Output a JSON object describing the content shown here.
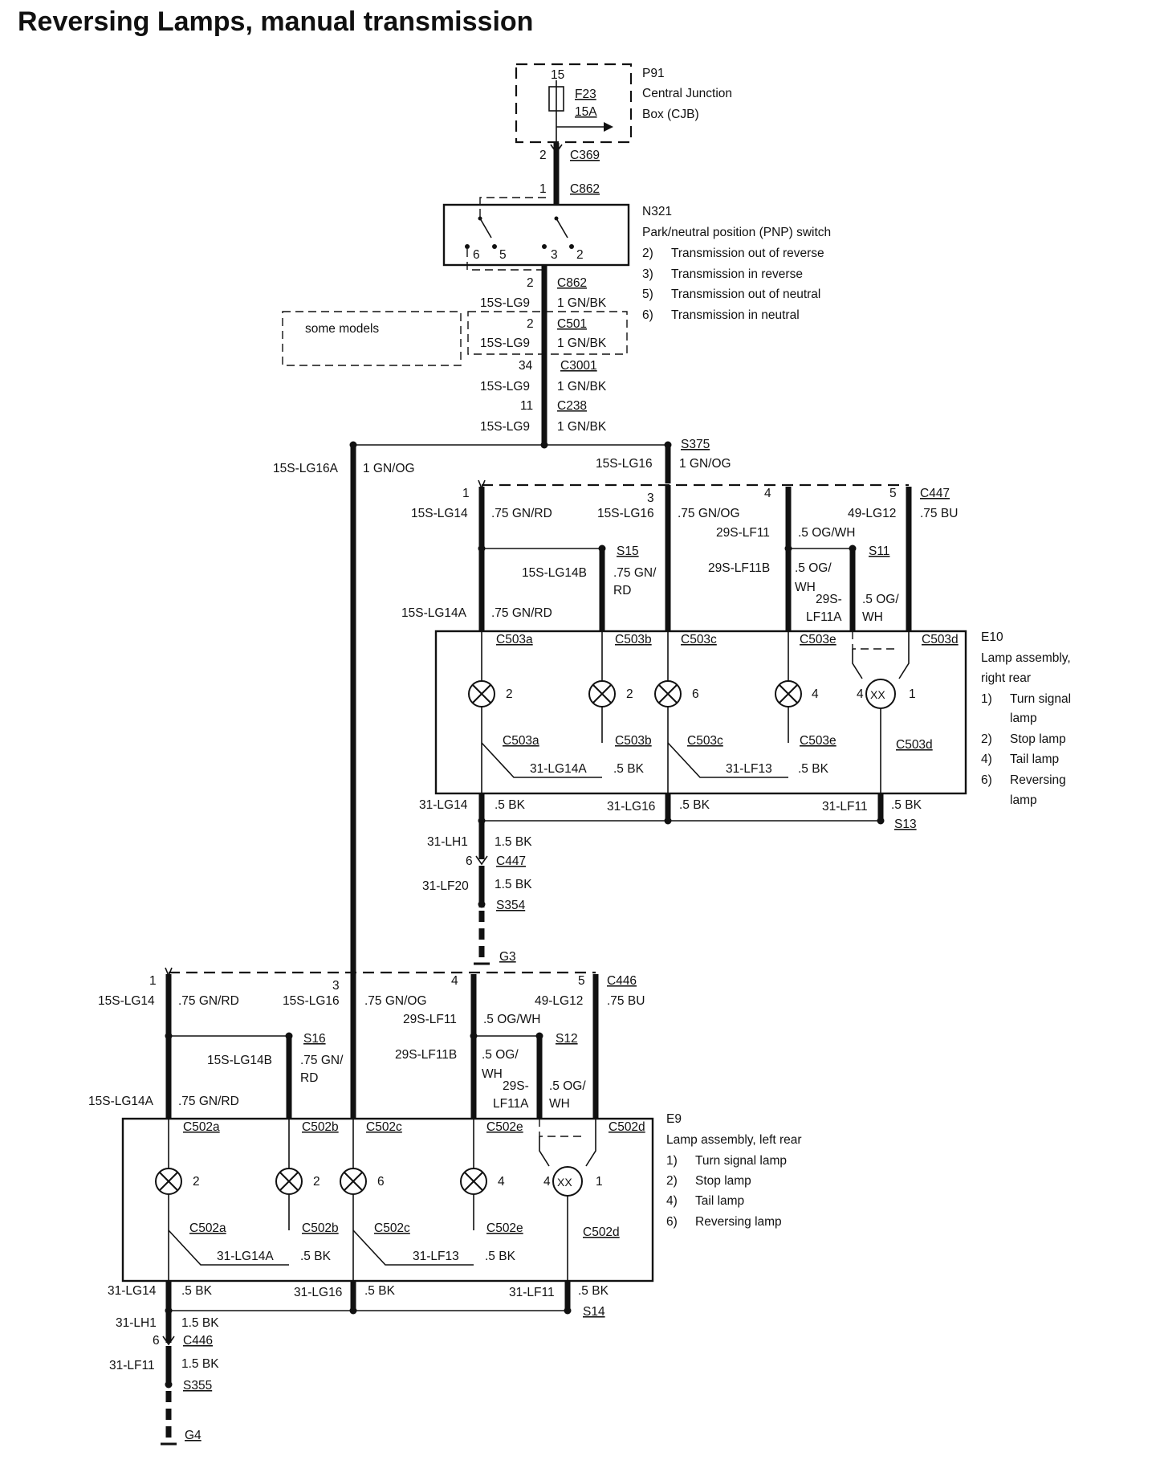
{
  "title": "Reversing Lamps, manual transmission",
  "p91": {
    "id": "P91",
    "name1": "Central Junction",
    "name2": "Box (CJB)",
    "pin": "15",
    "fuse": "F23",
    "rating": "15A"
  },
  "c369": {
    "pin": "2",
    "id": "C369"
  },
  "c862a": {
    "pin": "1",
    "id": "C862"
  },
  "n321": {
    "id": "N321",
    "name": "Park/neutral position (PNP) switch",
    "pins": [
      "6",
      "5",
      "3",
      "2"
    ],
    "legend": [
      {
        "n": "2)",
        "t": "Transmission out of reverse"
      },
      {
        "n": "3)",
        "t": "Transmission in reverse"
      },
      {
        "n": "5)",
        "t": "Transmission out of neutral"
      },
      {
        "n": "6)",
        "t": "Transmission in neutral"
      }
    ]
  },
  "c862b": {
    "pin": "2",
    "id": "C862",
    "left": "15S-LG9",
    "right": "1 GN/BK"
  },
  "some_models": "some models",
  "c501": {
    "pin": "2",
    "id": "C501",
    "left": "15S-LG9",
    "right": "1 GN/BK"
  },
  "c3001": {
    "pin": "34",
    "id": "C3001",
    "left": "15S-LG9",
    "right": "1 GN/BK"
  },
  "c238": {
    "pin": "11",
    "id": "C238",
    "left": "15S-LG9",
    "right": "1 GN/BK"
  },
  "s375": "S375",
  "left_branch": {
    "circuit": "15S-LG16A",
    "wire": "1 GN/OG"
  },
  "right_branch": {
    "circuit": "15S-LG16",
    "wire": "1 GN/OG"
  },
  "e10": {
    "id": "E10",
    "name1": "Lamp assembly,",
    "name2": "right rear",
    "legend": [
      {
        "n": "1)",
        "t": "Turn signal",
        "t2": "lamp"
      },
      {
        "n": "2)",
        "t": "Stop lamp"
      },
      {
        "n": "4)",
        "t": "Tail lamp"
      },
      {
        "n": "6)",
        "t": "Reversing",
        "t2": "lamp"
      }
    ],
    "c447_pins": [
      "1",
      "3",
      "4",
      "5"
    ],
    "c447": "C447",
    "w1": "15S-LG14",
    "w1c": ".75 GN/RD",
    "w3": "15S-LG16",
    "w3c": ".75 GN/OG",
    "w4": "29S-LF11",
    "w4c": ".5 OG/WH",
    "w5": "49-LG12",
    "w5c": ".75 BU",
    "s15": "S15",
    "lg14b": "15S-LG14B",
    "lg14bc1": ".75 GN/",
    "lg14bc2": "RD",
    "lg14a": "15S-LG14A",
    "lg14ac": ".75 GN/RD",
    "lf11b": "29S-LF11B",
    "lf11bc1": ".5 OG/",
    "lf11bc2": "WH",
    "s11": "S11",
    "lf11a1": "29S-",
    "lf11a2": "LF11A",
    "lf11ac1": ".5 OG/",
    "lf11ac2": "WH",
    "conn": [
      "C503a",
      "C503b",
      "C503c",
      "C503e",
      "C503d"
    ],
    "lamp_nums": [
      "2",
      "2",
      "6",
      "4",
      "4",
      "1"
    ],
    "g1": "31-LG14A",
    "g1c": ".5 BK",
    "g2": "31-LF13",
    "g2c": ".5 BK",
    "out1": "31-LG14",
    "out1c": ".5 BK",
    "out2": "31-LG16",
    "out2c": ".5 BK",
    "out3": "31-LF11",
    "out3c": ".5 BK",
    "s13": "S13",
    "lh1": "31-LH1",
    "lh1c": "1.5 BK",
    "c447b_pin": "6",
    "c447b": "C447",
    "lf20": "31-LF20",
    "lf20c": "1.5 BK",
    "s354": "S354",
    "g3": "G3"
  },
  "e9": {
    "id": "E9",
    "name": "Lamp assembly, left rear",
    "legend": [
      {
        "n": "1)",
        "t": "Turn signal lamp"
      },
      {
        "n": "2)",
        "t": "Stop lamp"
      },
      {
        "n": "4)",
        "t": "Tail lamp"
      },
      {
        "n": "6)",
        "t": "Reversing lamp"
      }
    ],
    "c446_pins": [
      "1",
      "3",
      "4",
      "5"
    ],
    "c446": "C446",
    "w1": "15S-LG14",
    "w1c": ".75 GN/RD",
    "w3": "15S-LG16",
    "w3c": ".75 GN/OG",
    "w4": "29S-LF11",
    "w4c": ".5 OG/WH",
    "w5": "49-LG12",
    "w5c": ".75 BU",
    "s16": "S16",
    "lg14b": "15S-LG14B",
    "lg14bc1": ".75 GN/",
    "lg14bc2": "RD",
    "lg14a": "15S-LG14A",
    "lg14ac": ".75 GN/RD",
    "lf11b": "29S-LF11B",
    "lf11bc1": ".5 OG/",
    "lf11bc2": "WH",
    "s12": "S12",
    "lf11a1": "29S-",
    "lf11a2": "LF11A",
    "lf11ac1": ".5 OG/",
    "lf11ac2": "WH",
    "conn": [
      "C502a",
      "C502b",
      "C502c",
      "C502e",
      "C502d"
    ],
    "lamp_nums": [
      "2",
      "2",
      "6",
      "4",
      "4",
      "1"
    ],
    "g1": "31-LG14A",
    "g1c": ".5 BK",
    "g2": "31-LF13",
    "g2c": ".5 BK",
    "out1": "31-LG14",
    "out1c": ".5 BK",
    "out2": "31-LG16",
    "out2c": ".5 BK",
    "out3": "31-LF11",
    "out3c": ".5 BK",
    "s14": "S14",
    "lh1": "31-LH1",
    "lh1c": "1.5 BK",
    "c446b_pin": "6",
    "c446b": "C446",
    "lf11": "31-LF11",
    "lf11c": "1.5 BK",
    "s355": "S355",
    "g4": "G4"
  }
}
